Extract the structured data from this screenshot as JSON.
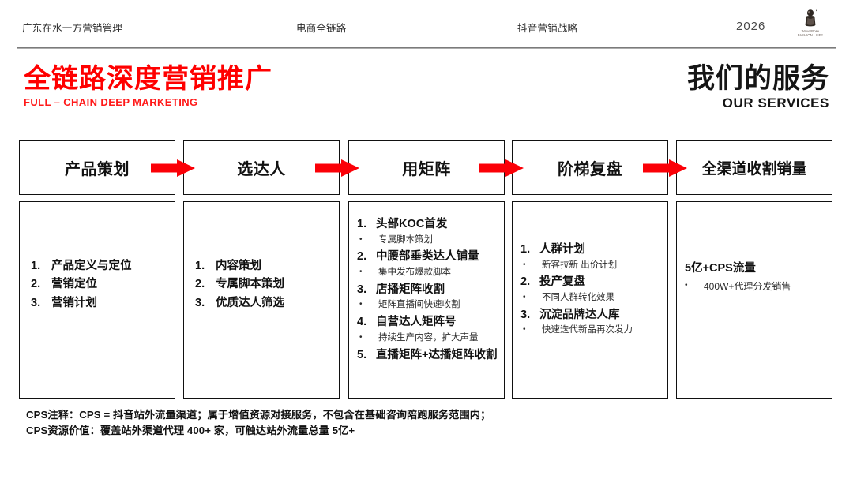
{
  "topbar": {
    "items": [
      {
        "label": "广东在水一方营销管理"
      },
      {
        "label": "电商全链路"
      },
      {
        "label": "抖音营销战略"
      },
      {
        "label": "2026"
      }
    ],
    "logo": {
      "icon": "statue-logo-icon",
      "line1": "WaverRose",
      "line2": "FASHION · LIFE"
    }
  },
  "titles": {
    "left_cn": "全链路深度营销推广",
    "left_en": "FULL – CHAIN DEEP MARKETING",
    "right_cn": "我们的服务",
    "right_en": "OUR SERVICES"
  },
  "colors": {
    "accent_red": "#ff0000",
    "text_black": "#111111",
    "rule_gray": "#6e6e6e"
  },
  "flow": {
    "arrow_icon": "right-arrow-icon",
    "arrow_color": "#fb0007",
    "columns": [
      {
        "header": "产品策划",
        "type": "numbered",
        "items": [
          {
            "num": "1.",
            "text": "产品定义与定位"
          },
          {
            "num": "2.",
            "text": "营销定位"
          },
          {
            "num": "3.",
            "text": "营销计划"
          }
        ]
      },
      {
        "header": "选达人",
        "type": "numbered",
        "items": [
          {
            "num": "1.",
            "text": "内容策划"
          },
          {
            "num": "2.",
            "text": "专属脚本策划"
          },
          {
            "num": "3.",
            "text": "优质达人筛选"
          }
        ]
      },
      {
        "header": "用矩阵",
        "type": "rich",
        "items": [
          {
            "num": "1.",
            "text": "头部KOC首发",
            "sub": "专属脚本策划"
          },
          {
            "num": "2.",
            "text": "中腰部垂类达人铺量",
            "sub": "集中发布爆款脚本"
          },
          {
            "num": "3.",
            "text": "店播矩阵收割",
            "sub": "矩阵直播间快速收割"
          },
          {
            "num": "4.",
            "text": "自营达人矩阵号",
            "sub": "持续生产内容，扩大声量"
          },
          {
            "num": "5.",
            "text": "直播矩阵+达播矩阵收割",
            "sub": ""
          }
        ]
      },
      {
        "header": "阶梯复盘",
        "type": "rich",
        "items": [
          {
            "num": "1.",
            "text": "人群计划",
            "sub": "新客拉新 出价计划"
          },
          {
            "num": "2.",
            "text": "投产复盘",
            "sub": "不同人群转化效果"
          },
          {
            "num": "3.",
            "text": "沉淀品牌达人库",
            "sub": "快速迭代新品再次发力"
          }
        ]
      },
      {
        "header": "全渠道收割销量",
        "type": "plain",
        "headline": "5亿+CPS流量",
        "sub": "400W+代理分发销售"
      }
    ]
  },
  "notes": {
    "line1": "CPS注释：CPS = 抖音站外流量渠道；属于增值资源对接服务，不包含在基础咨询陪跑服务范围内；",
    "line2": "CPS资源价值：覆盖站外渠道代理 400+ 家，可触达站外流量总量 5亿+"
  }
}
